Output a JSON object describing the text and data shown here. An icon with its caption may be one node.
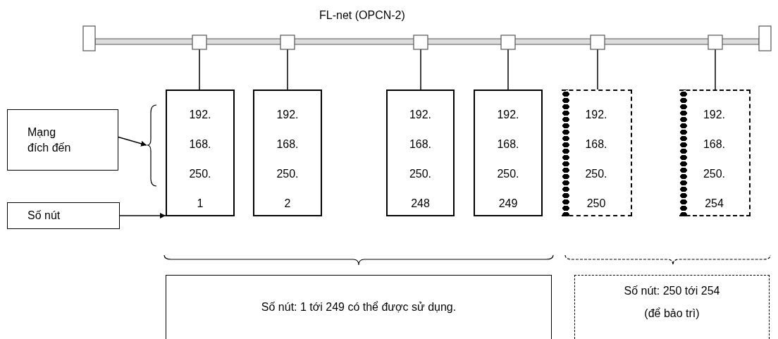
{
  "diagram": {
    "nodes": [
      {
        "text": [
          "FL-net (OPCN-2)"
        ]
      },
      {
        "text": [
          "192.",
          "168.",
          "250.",
          "1"
        ]
      },
      {
        "text": [
          "192.",
          "168.",
          "250.",
          "2"
        ]
      },
      {
        "text": [
          "192.",
          "168.",
          "250.",
          "248"
        ]
      },
      {
        "text": [
          "192.",
          "168.",
          "250.",
          "249"
        ]
      },
      {
        "text": [
          "192.",
          "168.",
          "250.",
          "250"
        ]
      },
      {
        "text": [
          "192.",
          "168.",
          "250.",
          "254"
        ]
      },
      {
        "text": [
          "Mạng đích đến"
        ]
      },
      {
        "text": [
          "Số nút"
        ]
      },
      {
        "text": [
          "Số nút: 1 tới 249 có thể được sử dụng."
        ]
      },
      {
        "text": [
          "Số nút: 250 tới 254",
          "(để bảo trì)"
        ]
      },
      {
        "text": [],
        "shape": "brace"
      }
    ],
    "edges": [
      {
        "from": 0,
        "to": 1,
        "arrow": "none"
      },
      {
        "from": 0,
        "to": 2,
        "arrow": "none"
      },
      {
        "from": 0,
        "to": 3,
        "arrow": "none"
      },
      {
        "from": 0,
        "to": 4,
        "arrow": "none"
      },
      {
        "from": 0,
        "to": 5,
        "arrow": "none"
      },
      {
        "from": 0,
        "to": 6,
        "arrow": "none"
      },
      {
        "from": 7,
        "to": 11,
        "arrow": "to"
      },
      {
        "from": 8,
        "to": 1,
        "arrow": "to"
      }
    ]
  }
}
